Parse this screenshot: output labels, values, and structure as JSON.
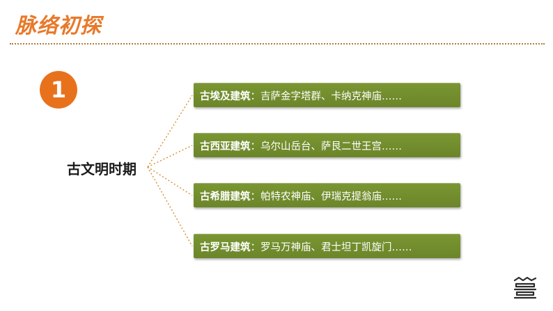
{
  "title": "脉络初探",
  "badge_number": "1",
  "center_label": "古文明时期",
  "colors": {
    "title": "#e8792a",
    "badge": "#e8721c",
    "item_bg": "#7a9632",
    "item_bg_dark": "#6b8529",
    "connector": "#d9953b",
    "logo": "#2b2b2b"
  },
  "items": [
    {
      "key": "古埃及建筑",
      "desc": "：吉萨金字塔群、卡纳克神庙……"
    },
    {
      "key": "古西亚建筑",
      "desc": "：乌尔山岳台、萨艮二世王宫……"
    },
    {
      "key": "古希腊建筑",
      "desc": "：帕特农神庙、伊瑞克提翁庙……"
    },
    {
      "key": "古罗马建筑",
      "desc": "：罗马万神庙、君士坦丁凯旋门……"
    }
  ],
  "logo_icon": "book-stack-icon"
}
